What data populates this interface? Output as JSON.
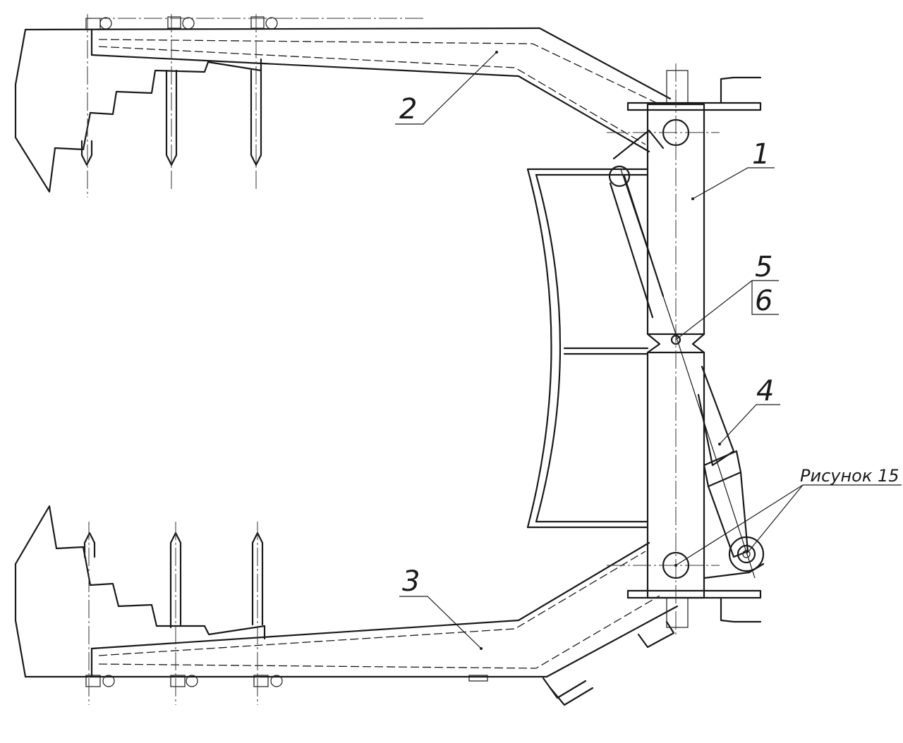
{
  "callouts": {
    "c1": "1",
    "c2": "2",
    "c3": "3",
    "c4": "4",
    "c5": "5",
    "c6": "6",
    "figure_ref": "Рисунок 15"
  }
}
